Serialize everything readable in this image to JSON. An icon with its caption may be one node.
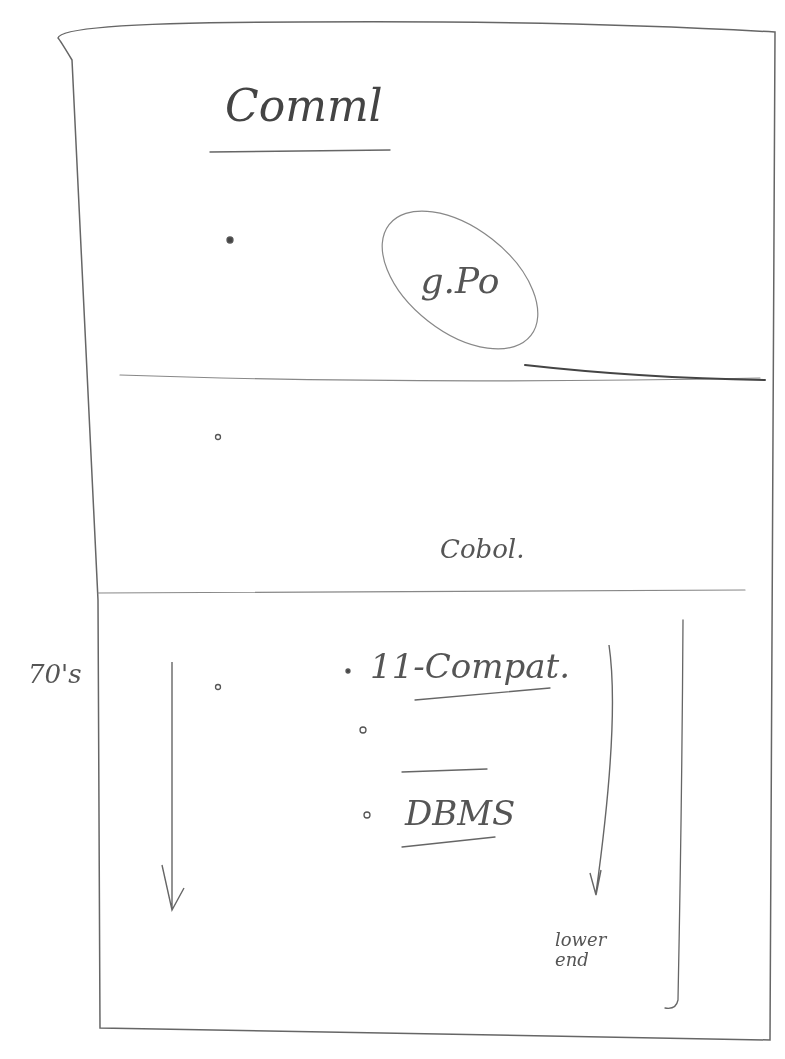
{
  "diagram": {
    "title": "Comml",
    "nodes": [
      {
        "text": [
          "g.Po"
        ]
      }
    ],
    "labels": [
      "Cobol.",
      "70's",
      "11-Compat.",
      "DBMS",
      "lower end"
    ]
  }
}
